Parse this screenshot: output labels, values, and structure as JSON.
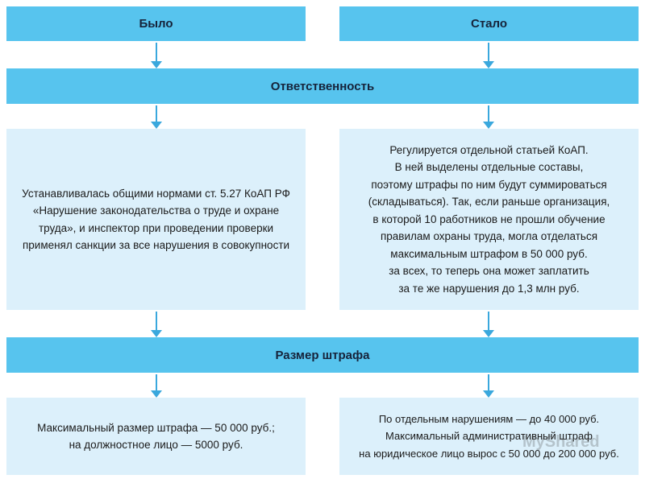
{
  "headers": {
    "was": "Было",
    "now": "Стало",
    "responsibility": "Ответственность",
    "fine_size": "Размер штрафа"
  },
  "responsibility": {
    "was_lines": [
      "Устанавливалась общими нормами ст. 5.27 КоАП РФ",
      "«Нарушение законодательства о труде и охране",
      "труда», и инспектор при проведении проверки",
      "применял санкции за все нарушения в совокупности"
    ],
    "now_lines": [
      "Регулируется отдельной статьей КоАП.",
      "В ней выделены отдельные составы,",
      "поэтому штрафы по ним будут суммироваться",
      "(складываться). Так, если раньше организация,",
      "в которой 10 работников не прошли обучение",
      "правилам охраны труда, могла отделаться",
      "максимальным штрафом в 50 000 руб.",
      "за всех, то теперь она может заплатить",
      "за те же нарушения до 1,3 млн руб."
    ]
  },
  "fine": {
    "was_lines": [
      "Максимальный размер штрафа — 50 000 руб.;",
      "на должностное лицо — 5000 руб."
    ],
    "now_lines": [
      "По отдельным нарушениям — до 40 000 руб.",
      "Максимальный административный штраф",
      "на юридическое лицо вырос с 50 000 до 200 000 руб."
    ]
  },
  "watermark": "MyShared",
  "colors": {
    "header_fill": "#57c4ee",
    "body_fill": "#dcf0fb",
    "arrow": "#3aa8dd"
  }
}
